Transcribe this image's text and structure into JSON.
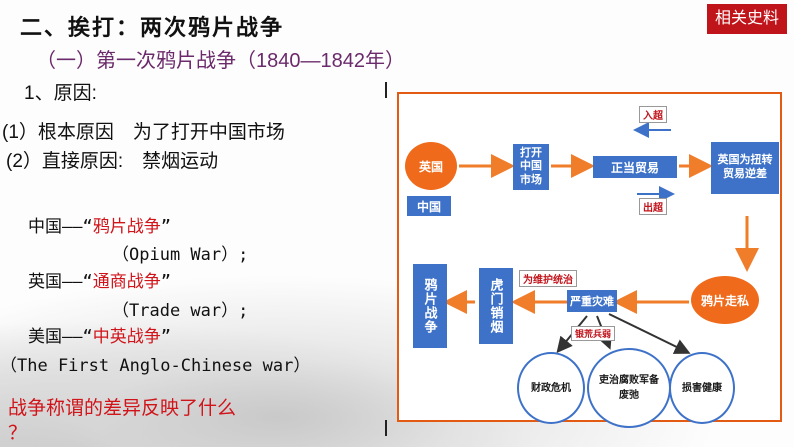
{
  "header": {
    "title": "二、挨打：两次鸦片战争",
    "subtitle": "（一）第一次鸦片战争（1840—1842年）",
    "badge": "相关史料"
  },
  "causes": {
    "heading": "1、原因:",
    "root": "(1）根本原因　为了打开中国市场",
    "direct": "(2）直接原因:　禁烟运动"
  },
  "names": [
    {
      "prefix": "中国——“",
      "name": "鸦片战争",
      "suffix": "”",
      "translation": "（Opium War）;"
    },
    {
      "prefix": "英国——“",
      "name": "通商战争",
      "suffix": "”",
      "translation": "（Trade war）;"
    },
    {
      "prefix": "美国——“",
      "name": "中英战争",
      "suffix": "”",
      "translation": "（The First Anglo-Chinese war）"
    }
  ],
  "question": {
    "line1": "战争称谓的差异反映了什么",
    "line2": "？"
  },
  "diagram": {
    "britain": "英国",
    "china": "中国",
    "open_market": "打开中国市场",
    "legit_trade": "正当贸易",
    "reverse_deficit": "英国为扭转贸易逆差",
    "import_surplus": "入超",
    "export_surplus": "出超",
    "opium_smuggling": "鸦片走私",
    "serious_disaster": "严重灾难",
    "maintain_rule": "为维护统治",
    "humen": "虎门销烟",
    "opium_war": "鸦片战争",
    "silver_shortage": "银荒兵弱",
    "finance_crisis": "财政危机",
    "corruption": "吏治腐败军备废弛",
    "health_harm": "损害健康"
  },
  "colors": {
    "accent_red": "#d0141a",
    "orange": "#ef6a1a",
    "blue": "#3d72c8",
    "purple": "#6b2a6b"
  }
}
